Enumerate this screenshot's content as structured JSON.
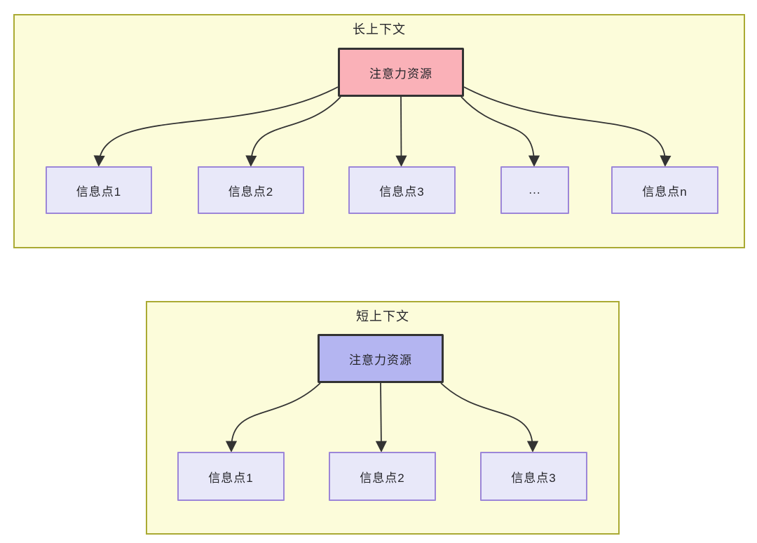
{
  "diagram": {
    "long_context": {
      "title": "长上下文",
      "attention_node": {
        "label": "注意力资源",
        "fill": "#fab1b8"
      },
      "info_nodes": [
        {
          "label": "信息点1"
        },
        {
          "label": "信息点2"
        },
        {
          "label": "信息点3"
        },
        {
          "label": "..."
        },
        {
          "label": "信息点n"
        }
      ]
    },
    "short_context": {
      "title": "短上下文",
      "attention_node": {
        "label": "注意力资源",
        "fill": "#b4b5f1"
      },
      "info_nodes": [
        {
          "label": "信息点1"
        },
        {
          "label": "信息点2"
        },
        {
          "label": "信息点3"
        }
      ]
    },
    "colors": {
      "panel_fill": "#fcfcda",
      "panel_border": "#aaaa33",
      "attention_long_fill": "#fab1b8",
      "attention_short_fill": "#b4b5f1",
      "info_fill": "#e8e8f9",
      "info_border": "#9c86d8",
      "node_border": "#333333",
      "arrow": "#333333",
      "text": "#26262b"
    }
  }
}
